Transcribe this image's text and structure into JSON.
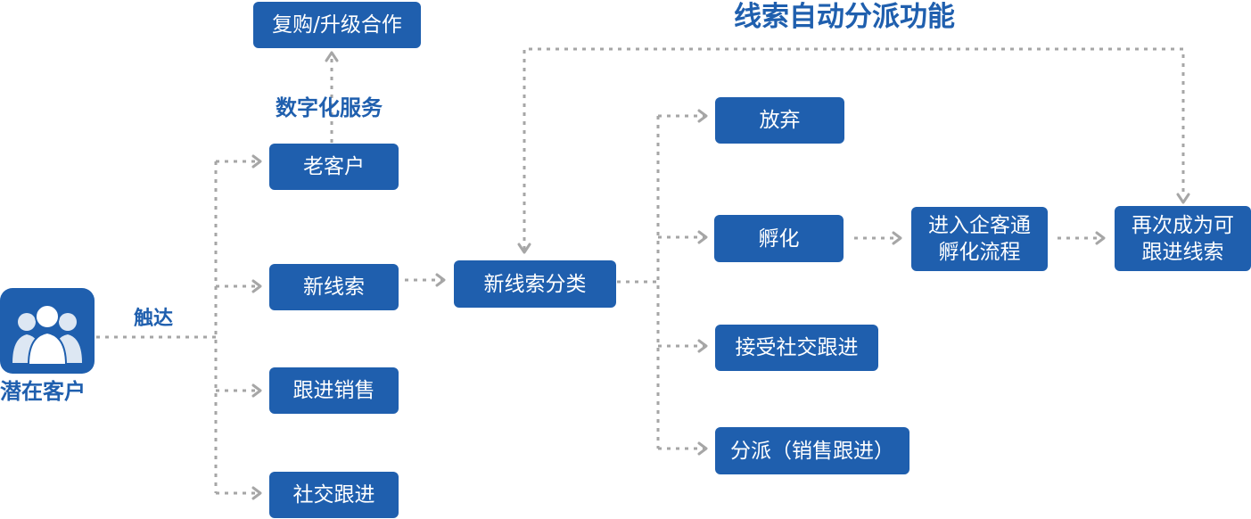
{
  "title": "线索自动分派功能",
  "source_node": {
    "label": "潜在客户",
    "icon": "users-group-icon"
  },
  "edge_labels": {
    "reach": "触达",
    "digital_service": "数字化服务"
  },
  "nodes": {
    "repurchase": "复购/升级合作",
    "old_customer": "老客户",
    "new_lead": "新线索",
    "follow_sales": "跟进销售",
    "social_follow_left": "社交跟进",
    "lead_classify": "新线索分类",
    "abandon": "放弃",
    "incubate": "孵化",
    "accept_social": "接受社交跟进",
    "assign_sales": "分派（销售跟进）",
    "enter_process": "进入企客通\n孵化流程",
    "re_lead": "再次成为可\n跟进线索"
  },
  "colors": {
    "box": "#1f5fae",
    "accent_text": "#1f5fae",
    "connector": "#a6a6a6"
  }
}
